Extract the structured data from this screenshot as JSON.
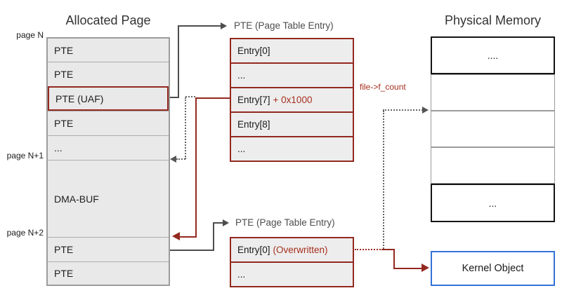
{
  "diagram": {
    "allocated_page": {
      "title": "Allocated Page",
      "page_label_n": "page N",
      "page_label_n1": "page N+1",
      "page_label_n2": "page N+2",
      "rows": [
        {
          "label": "PTE"
        },
        {
          "label": "PTE"
        },
        {
          "label": "PTE (UAF)"
        },
        {
          "label": "PTE"
        },
        {
          "label": "..."
        },
        {
          "label": "DMA-BUF"
        },
        {
          "label": "PTE"
        },
        {
          "label": "PTE"
        }
      ]
    },
    "pte_table_top": {
      "title": "PTE (Page Table Entry)",
      "rows": [
        "Entry[0]",
        "...",
        "Entry[7]",
        "Entry[8]",
        "..."
      ],
      "entry7_suffix": "+ 0x1000"
    },
    "pte_table_bottom": {
      "title": "PTE (Page Table Entry)",
      "rows": [
        "Entry[0]",
        "..."
      ],
      "entry0_suffix": "(Overwritten)"
    },
    "physical_memory": {
      "title": "Physical Memory",
      "row_top": "....",
      "row_bottom": "..."
    },
    "kernel_object": {
      "label": "Kernel Object"
    },
    "annotations": {
      "file_f_count": "file->f_count"
    },
    "colors": {
      "accent_red": "#93291f",
      "red_text": "#a62f1e",
      "line_gray": "#4d4d4d",
      "dotted_gray": "#666666",
      "kernel_blue": "#3472d8",
      "table_gray_fill": "#e9e9e9",
      "pte_fill": "#ededed"
    }
  }
}
